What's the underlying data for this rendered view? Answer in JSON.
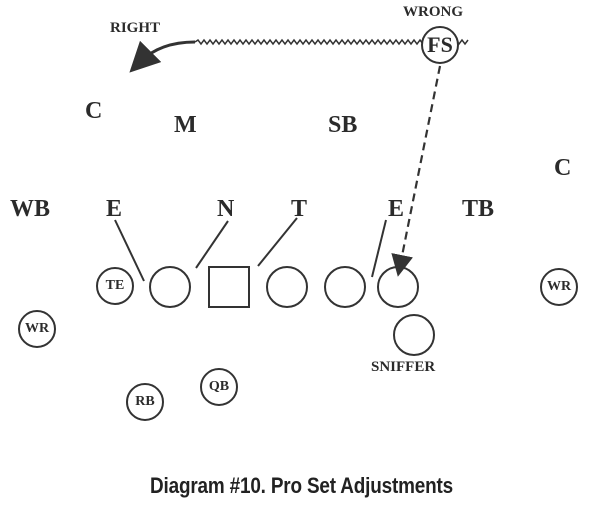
{
  "caption": "Diagram #10. Pro Set Adjustments",
  "annotations": {
    "right": "RIGHT",
    "wrong": "WRONG",
    "sniffer": "SNIFFER"
  },
  "defense": {
    "c_left": "C",
    "m": "M",
    "sb": "SB",
    "c_right": "C",
    "wb": "WB",
    "e_left": "E",
    "n": "N",
    "t": "T",
    "e_right": "E",
    "tb": "TB",
    "fs": "FS"
  },
  "offense": {
    "te": "TE",
    "wr_left": "WR",
    "wr_right": "WR",
    "rb": "RB",
    "qb": "QB"
  }
}
